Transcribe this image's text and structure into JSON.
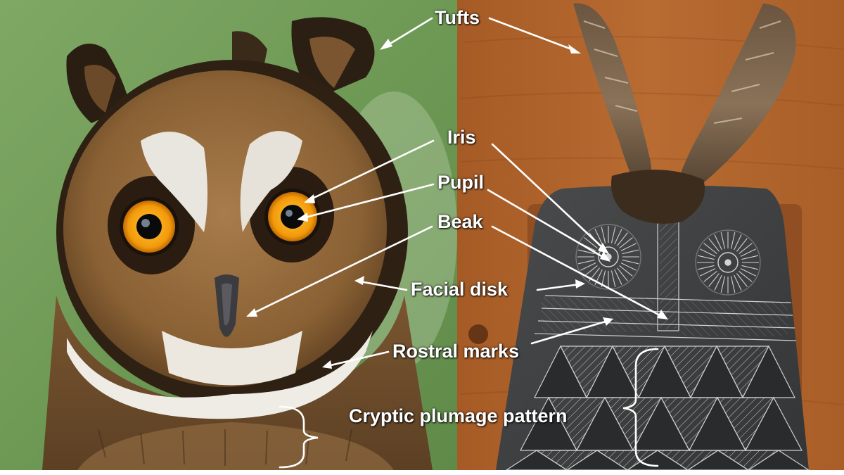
{
  "labels": {
    "tufts": "Tufts",
    "iris": "Iris",
    "pupil": "Pupil",
    "beak": "Beak",
    "facial_disk": "Facial disk",
    "rostral_marks": "Rostral marks",
    "cryptic_plumage": "Cryptic plumage pattern"
  },
  "colors": {
    "background_left": "#6f9a55",
    "wood": "#b0652c",
    "slate": "#3e3f40",
    "eye_orange": "#f3a10f",
    "annotation": "#ffffff"
  }
}
